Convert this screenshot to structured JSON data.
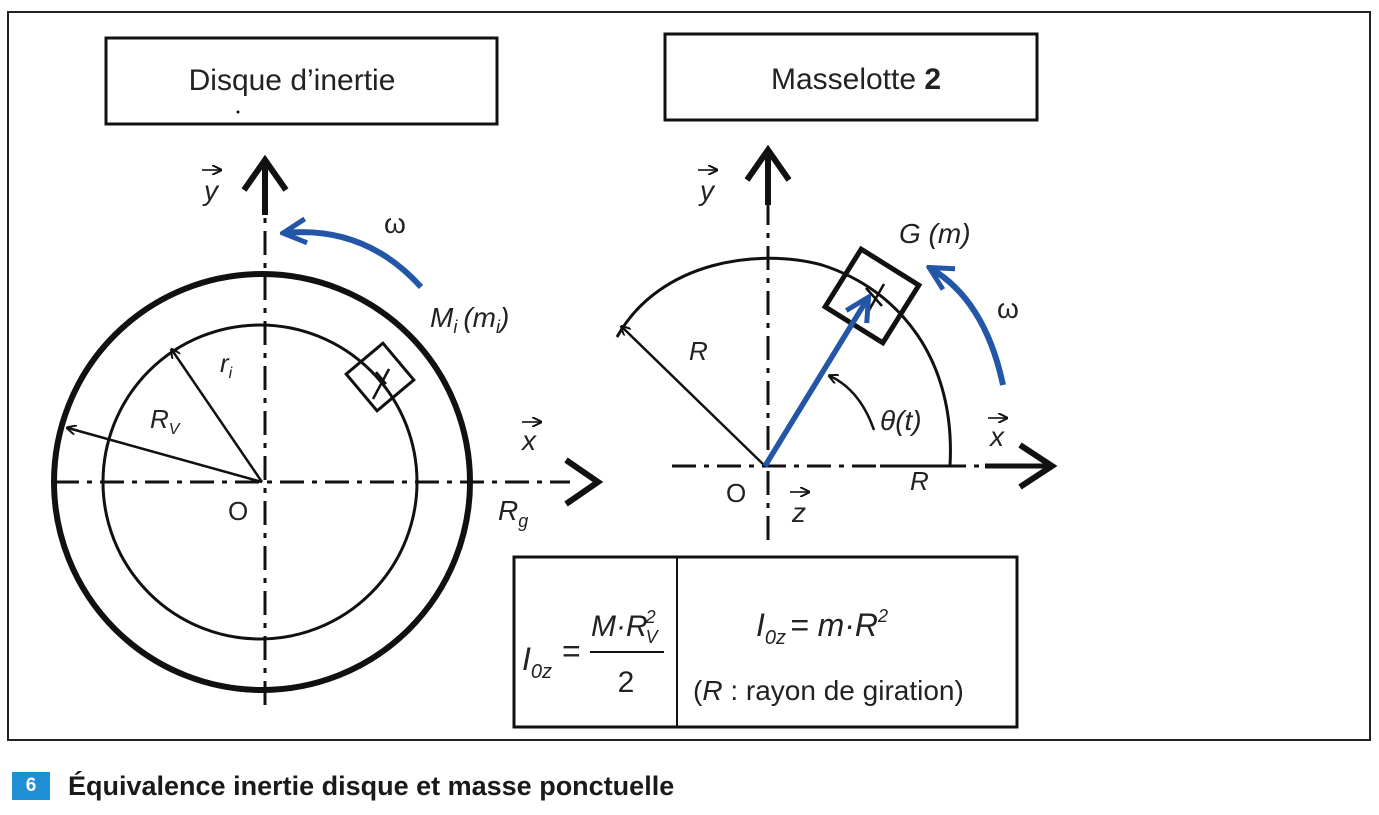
{
  "left_panel": {
    "title": "Disque d’inertie",
    "omega": "ω",
    "point_label_main": "M",
    "point_label_sub": "i",
    "point_mass_main": "(m",
    "point_mass_sub": "i",
    "point_mass_close": ")",
    "ri_main": "r",
    "ri_sub": "i",
    "rv_main": "R",
    "rv_sub": "V",
    "rg_main": "R",
    "rg_sub": "g",
    "origin": "O",
    "x_axis": "x",
    "y_axis": "y"
  },
  "right_panel": {
    "title_main": "Masselotte ",
    "title_bold": "2",
    "g_label": "G (m)",
    "omega": "ω",
    "radius_label": "R",
    "radius_axis_label": "R",
    "theta_label": "θ(t)",
    "origin": "O",
    "x_axis": "x",
    "y_axis": "y",
    "z_axis": "z"
  },
  "formulas": {
    "left_lhs_main": "I",
    "left_lhs_sub": "0z",
    "left_eq": "=",
    "left_numerator": "M·R",
    "left_num_sup": "2",
    "left_num_sub": "V",
    "left_denominator": "2",
    "right_lhs_main": "I",
    "right_lhs_sub": "0z",
    "right_rhs": "= m·R",
    "right_rhs_sup": "2",
    "note_open": "(",
    "note_R": "R",
    "note_rest": " : rayon de giration)"
  },
  "caption": {
    "number": "6",
    "text": "Équivalence inertie disque et masse ponctuelle"
  },
  "colors": {
    "blue_arrow": "#2456a8",
    "caption_badge": "#1f8fd6",
    "ink": "#111111"
  }
}
